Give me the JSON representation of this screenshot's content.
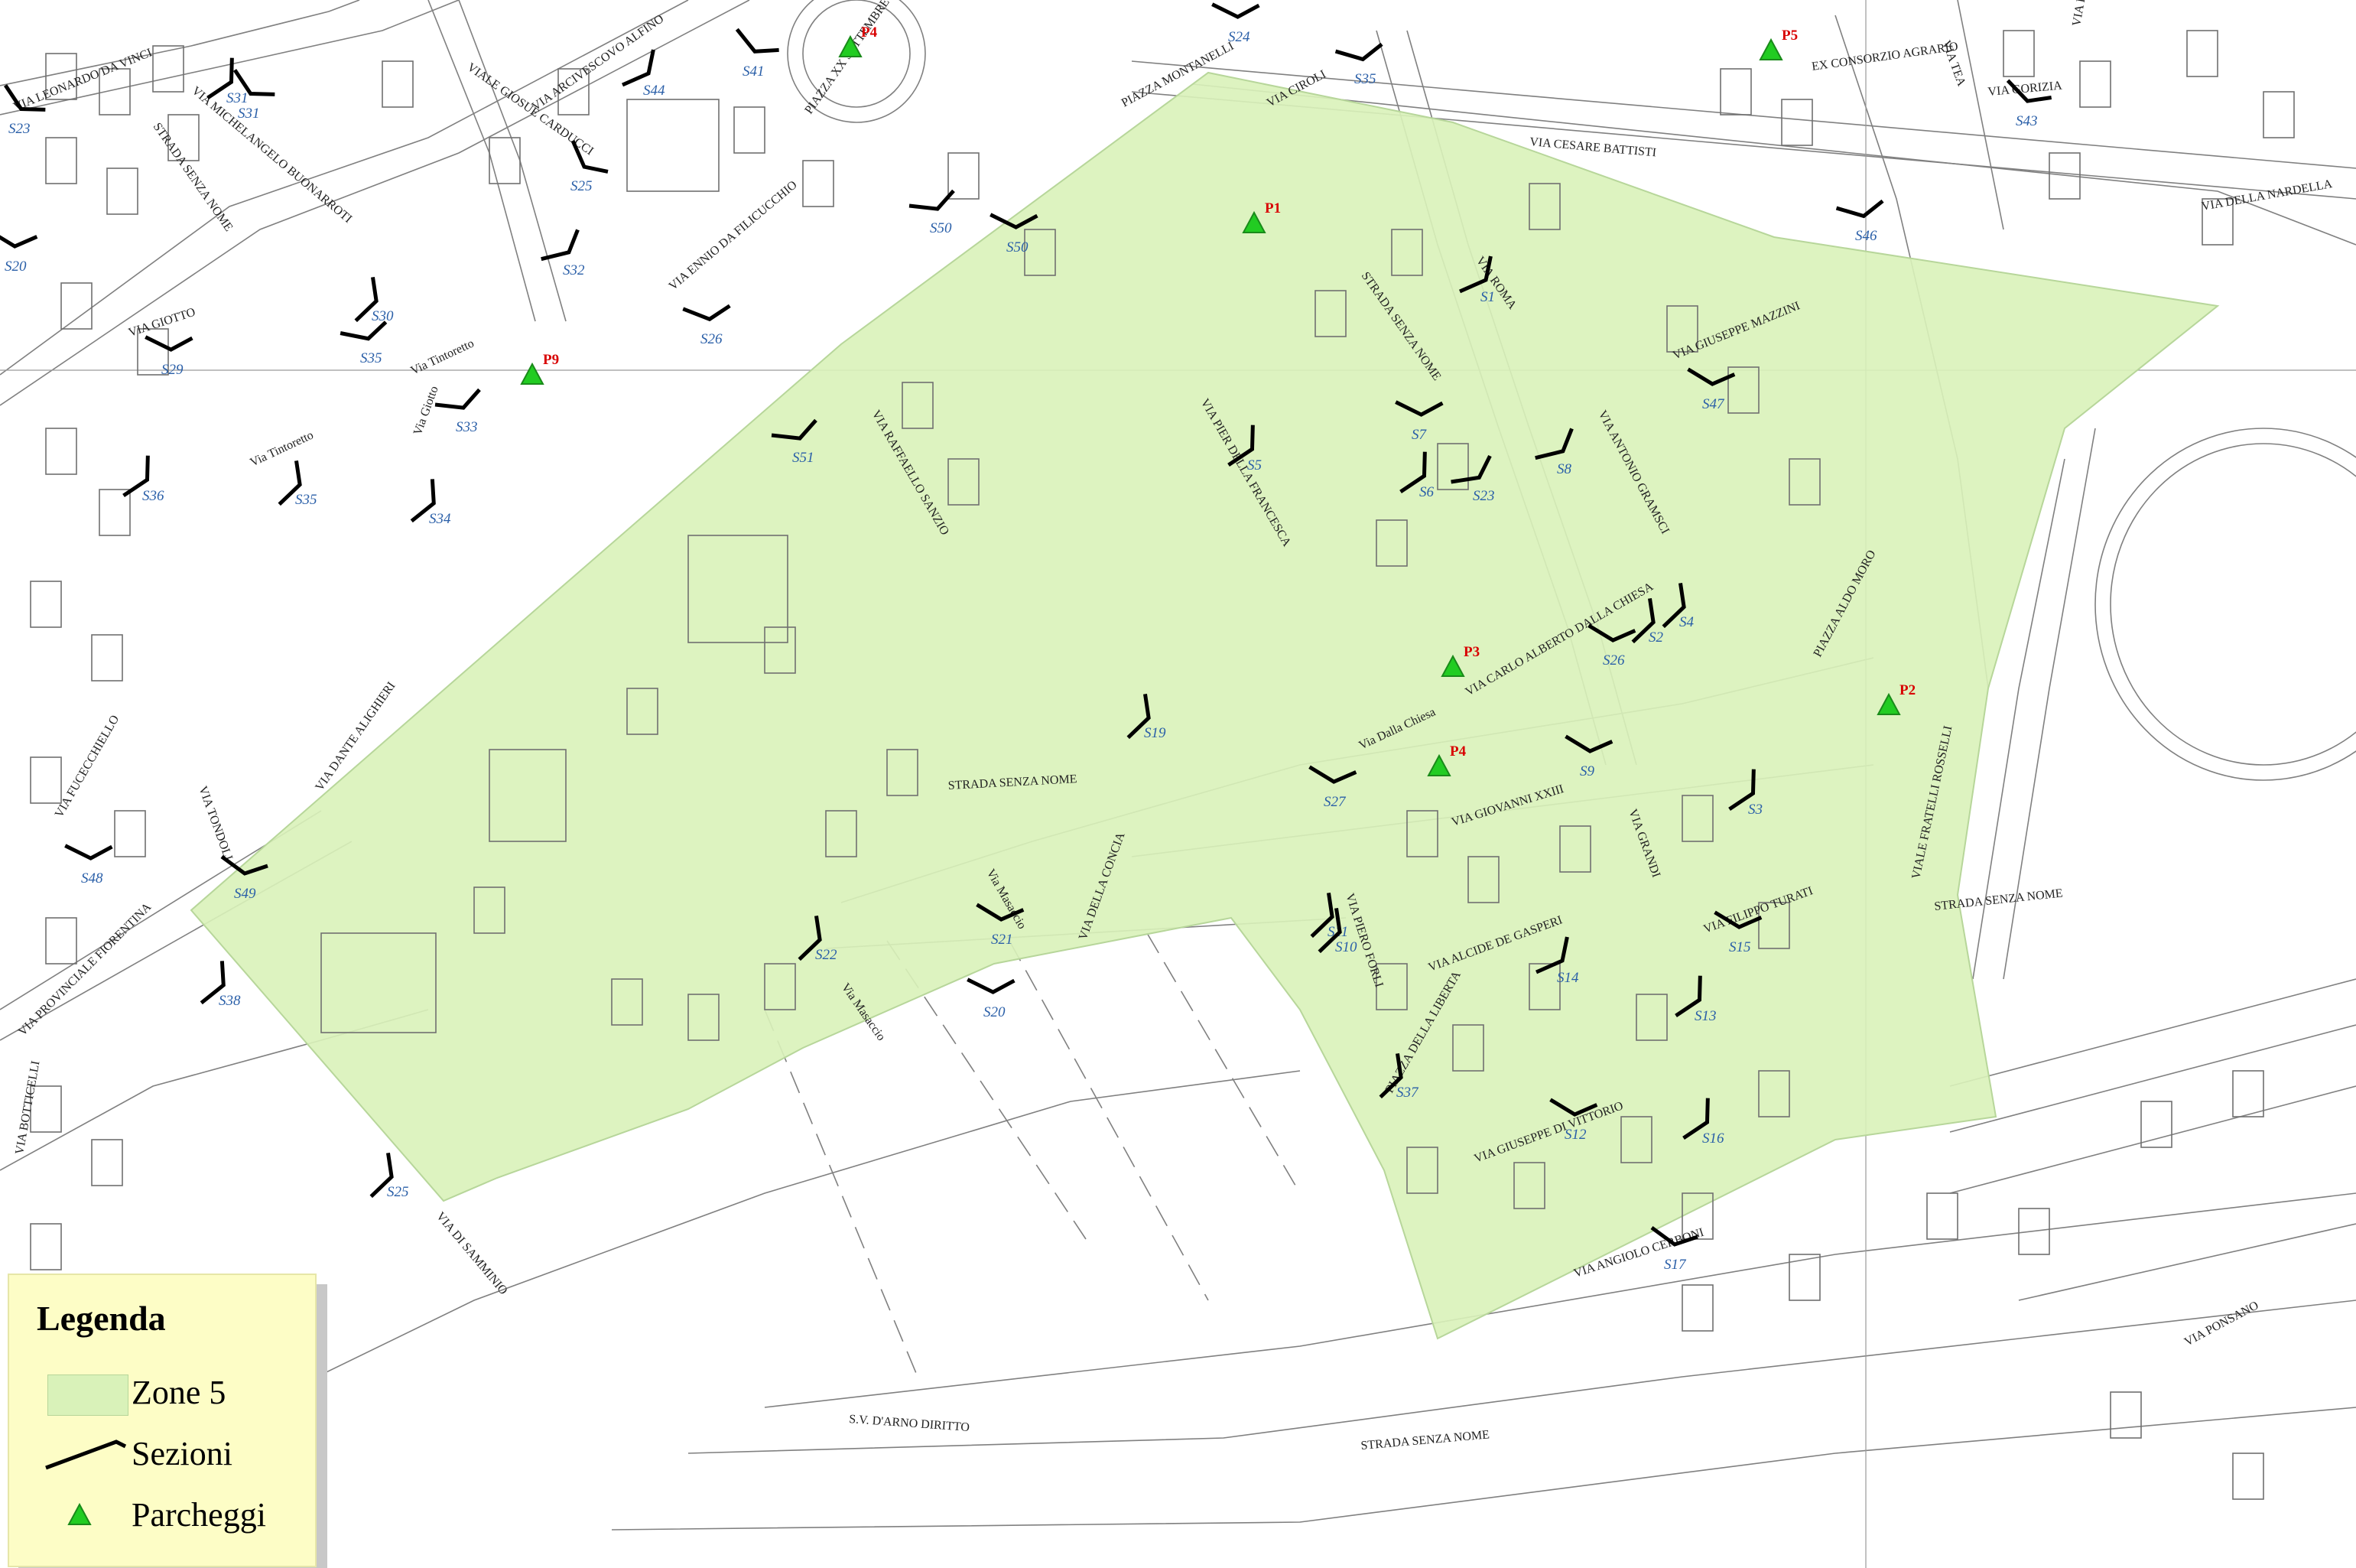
{
  "map": {
    "zone_fill": "#d9f2b9",
    "zone_stroke": "#b7d69a",
    "section_color": "#2a5fa8",
    "parking_color": "#22cc22",
    "parking_label_color": "#d80000",
    "line_color": "#808080"
  },
  "legend": {
    "title": "Legenda",
    "items": [
      {
        "label": "Zone 5",
        "icon": "zone-swatch"
      },
      {
        "label": "Sezioni",
        "icon": "section-line-icon"
      },
      {
        "label": "Parcheggi",
        "icon": "triangle-icon"
      }
    ]
  },
  "streets": [
    "VIA LEONARDO DA VINCI",
    "VIA MICHELANGELO BUONARROTI",
    "STRADA SENZA NOME",
    "VIALE GIOSUE CARDUCCI",
    "VIA ARCIVESCOVO ALFINO",
    "PIAZZA XX SETTEMBRE",
    "VIA ENNIO DA FILICUCCHIO",
    "PIAZZA MONTANELLI",
    "VIA CIROLI",
    "VIA CESARE BATTISTI",
    "EX CONSORZIO AGRARIO",
    "VIA TEA",
    "VIA GORIZIA",
    "VIA RIAVE",
    "VIA DELLA NARDELLA",
    "VIA GIOTTO",
    "Via Tintoretto",
    "Via Tintoretto",
    "Via Giotto",
    "VIA ROMA",
    "STRADA SENZA NOME",
    "VIA GIUSEPPE MAZZINI",
    "VIA RAFFAELLO SANZIO",
    "VIA PIER DELLA FRANCESCA",
    "VIA ANTONIO GRAMSCI",
    "PIAZZA ALDO MORO",
    "VIA CARLO ALBERTO DALLA CHIESA",
    "Via Dalla Chiesa",
    "VIA DANTE ALIGHIERI",
    "STRADA SENZA NOME",
    "VIA GIOVANNI XXIII",
    "VIA DELLA CONCIA",
    "Via Masaccio",
    "Via Masaccio",
    "VIALE FRATELLI ROSSELLI",
    "STRADA SENZA NOME",
    "VIA PIERO FORLI",
    "VIA ALCIDE DE GASPERI",
    "VIA GRANDI",
    "VIA FILIPPO TURATI",
    "PIAZZA DELLA LIBERTA",
    "VIA GIUSEPPE DI VITTORIO",
    "VIA ANGIOLO CERBONI",
    "VIA FUCECCHIELLO",
    "VIA TONDOLI",
    "VIA PROVINCIALE FIORENTINA",
    "VIA BOTTICELLI",
    "VIA DI SAMMINIO",
    "S.V. D'ARNO DIRITTO",
    "STRADA SENZA NOME",
    "VIA PONSANO"
  ],
  "sections": [
    "S23",
    "S31",
    "S44",
    "S41",
    "S24",
    "S35",
    "S43",
    "S20",
    "S32",
    "S25",
    "S46",
    "S31",
    "S30",
    "S29",
    "S26",
    "S50",
    "S35",
    "S33",
    "S35",
    "S36",
    "S34",
    "S1",
    "S47",
    "S7",
    "S6",
    "S23",
    "S8",
    "S5",
    "S4",
    "S2",
    "S26",
    "S19",
    "S27",
    "S9",
    "S3",
    "S11",
    "S48",
    "S49",
    "S22",
    "S21",
    "S20",
    "S10",
    "S14",
    "S15",
    "S13",
    "S37",
    "S12",
    "S16",
    "S17",
    "S25",
    "S38",
    "S50",
    "S51"
  ],
  "parking": [
    "P4",
    "P5",
    "P1",
    "P9",
    "P3",
    "P4",
    "P2"
  ]
}
